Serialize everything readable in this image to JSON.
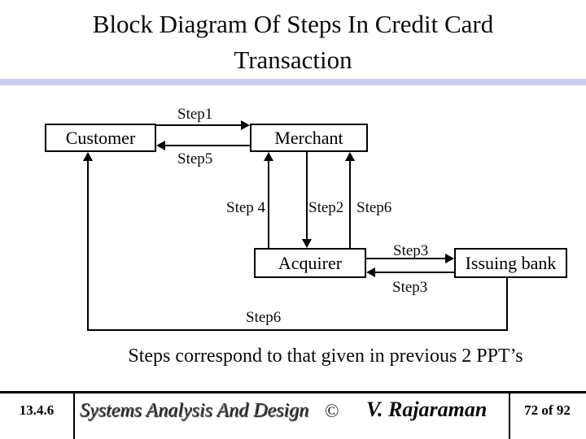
{
  "title": {
    "line1": "Block Diagram Of Steps In Credit Card",
    "line2": "Transaction"
  },
  "diagram": {
    "boxes": {
      "customer": "Customer",
      "merchant": "Merchant",
      "acquirer": "Acquirer",
      "issuing_bank": "Issuing bank"
    },
    "labels": {
      "step1": "Step1",
      "step5": "Step5",
      "step4": "Step 4",
      "step2": "Step2",
      "step6_vertical": "Step6",
      "step3_top": "Step3",
      "step3_bottom": "Step3",
      "step6_bottom": "Step6"
    },
    "flows": [
      "Customer to Merchant: Step1",
      "Merchant to Customer: Step5",
      "Acquirer to Merchant: Step 4",
      "Merchant to Acquirer: Step2",
      "Acquirer to Merchant: Step6",
      "Acquirer to Issuing bank: Step3",
      "Issuing bank to Acquirer: Step3",
      "Issuing bank to Customer: Step6"
    ]
  },
  "caption": "Steps correspond to that given in previous 2 PPT’s",
  "footer": {
    "section_number": "13.4.6",
    "book_title": "Systems Analysis And Design",
    "copyright": "©",
    "author": "V. Rajaraman",
    "page_indicator": "72 of 92"
  },
  "colors": {
    "background": "#ffffff",
    "accent_band": "#ccccee",
    "line": "#000000"
  }
}
